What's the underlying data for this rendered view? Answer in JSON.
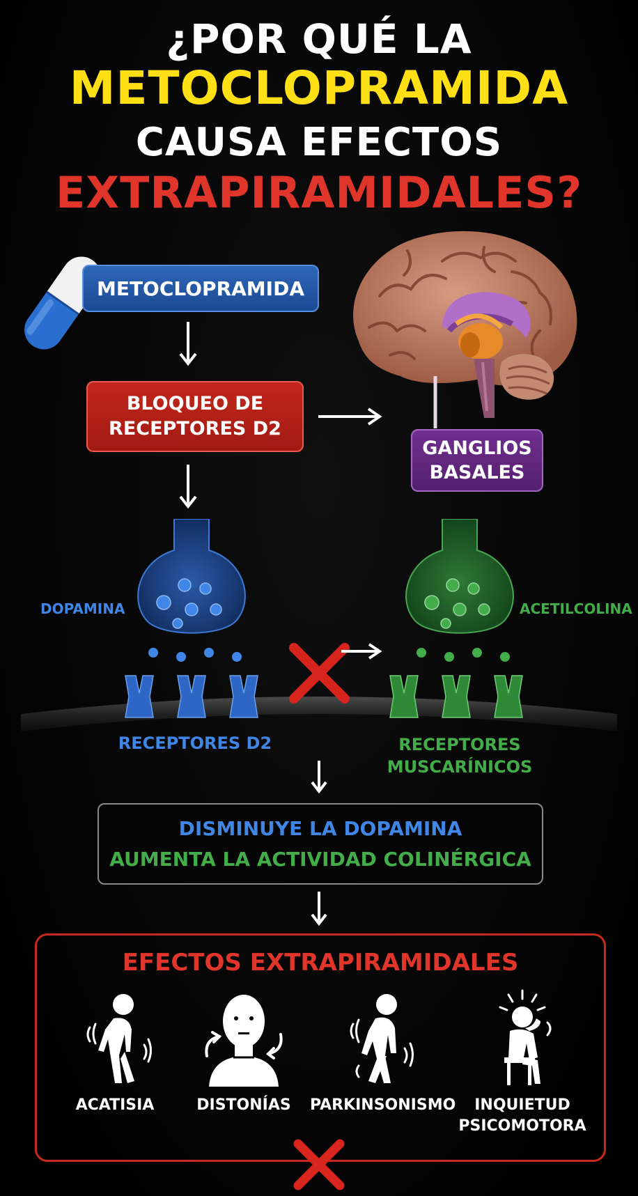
{
  "title": {
    "line1": "¿POR QUÉ LA",
    "line2": "METOCLOPRAMIDA",
    "line3": "CAUSA EFECTOS",
    "line4": "EXTRAPIRAMIDALES?"
  },
  "flow": {
    "drug_label": "METOCLOPRAMIDA",
    "block_line1": "BLOQUEO DE",
    "block_line2": "RECEPTORES D2",
    "ganglia_line1": "GANGLIOS",
    "ganglia_line2": "BASALES"
  },
  "synapse": {
    "dopamine": "DOPAMINA",
    "acetylcholine": "ACETILCOLINA",
    "receptors_d2": "RECEPTORES D2",
    "muscarinic_line1": "RECEPTORES",
    "muscarinic_line2": "MUSCARÍNICOS"
  },
  "result": {
    "line1": "DISMINUYE LA DOPAMINA",
    "line2": "AUMENTA LA ACTIVIDAD COLINÉRGICA"
  },
  "effects": {
    "title": "EFECTOS EXTRAPIRAMIDALES",
    "items": [
      {
        "label": "ACATISIA",
        "label2": ""
      },
      {
        "label": "DISTONÍAS",
        "label2": ""
      },
      {
        "label": "PARKINSONISMO",
        "label2": ""
      },
      {
        "label": "INQUIETUD",
        "label2": "PSICOMOTORA"
      }
    ]
  },
  "colors": {
    "yellow": "#ffe017",
    "red": "#e0352b",
    "blue": "#3f86e6",
    "green": "#43ad4a",
    "purple": "#6f2f8e"
  }
}
